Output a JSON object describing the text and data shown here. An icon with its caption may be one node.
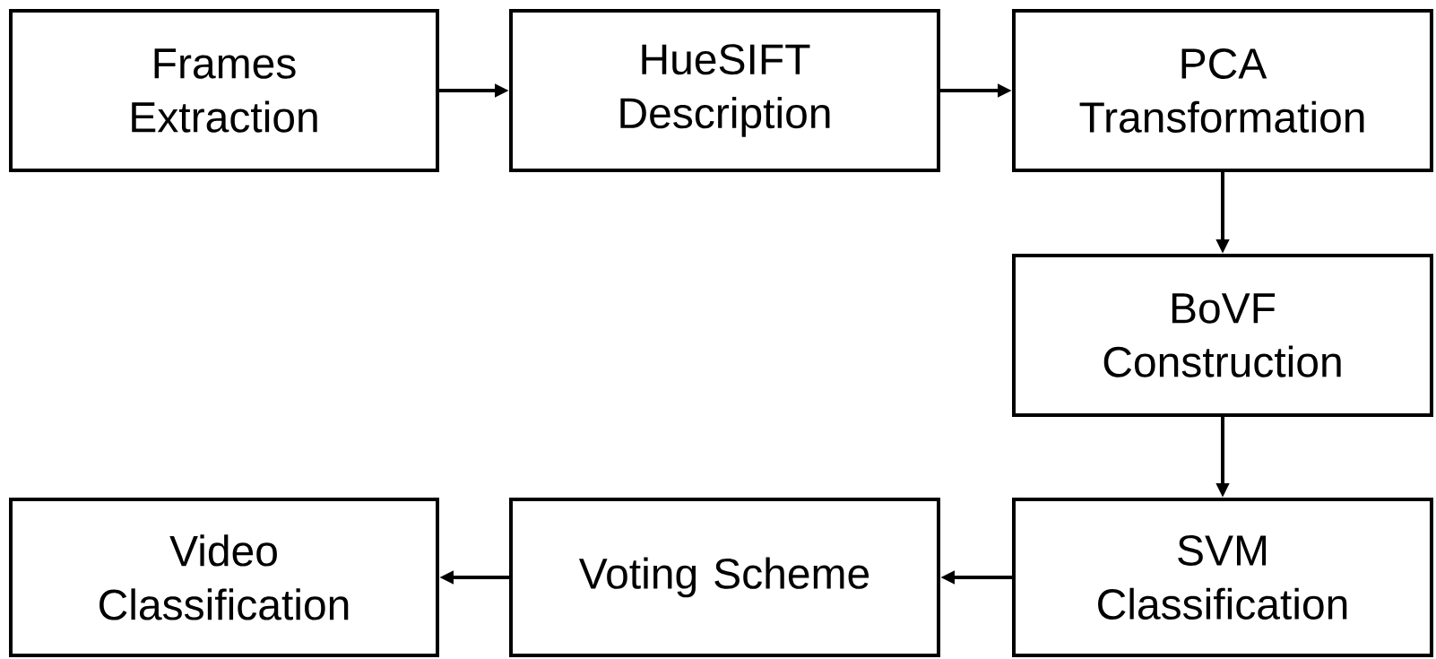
{
  "diagram": {
    "nodes": [
      {
        "text": [
          "Frames Extraction"
        ]
      },
      {
        "text": [
          "HueSIFT Description"
        ]
      },
      {
        "text": [
          "PCA Transformation"
        ]
      },
      {
        "text": [
          "BoVF Construction"
        ]
      },
      {
        "text": [
          "SVM Classification"
        ]
      },
      {
        "text": [
          "Voting Scheme"
        ]
      },
      {
        "text": [
          "Video Classification"
        ]
      }
    ],
    "edges": [
      {
        "from": 0,
        "to": 1,
        "arrow": "to"
      },
      {
        "from": 1,
        "to": 2,
        "arrow": "to"
      },
      {
        "from": 2,
        "to": 3,
        "arrow": "to"
      },
      {
        "from": 3,
        "to": 4,
        "arrow": "to"
      },
      {
        "from": 4,
        "to": 5,
        "arrow": "to"
      },
      {
        "from": 5,
        "to": 6,
        "arrow": "to"
      }
    ]
  }
}
